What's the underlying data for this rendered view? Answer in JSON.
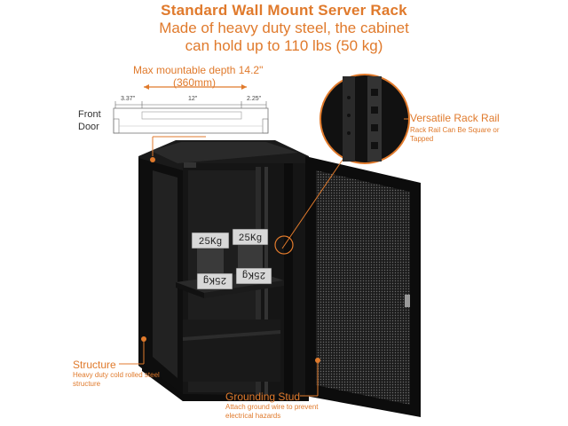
{
  "title": "Standard Wall Mount Server Rack",
  "subtitle_line1": "Made of heavy duty steel, the cabinet",
  "subtitle_line2": "can hold up to 110 lbs (50 kg)",
  "depth": {
    "label": "Max mountable depth ",
    "value": "14.2\"",
    "metric": "(360mm)"
  },
  "dimensions": {
    "left": "3.37\"",
    "middle": "12\"",
    "right": "2.25\""
  },
  "front_door_label": "Front\nDoor",
  "weights": [
    "25Kg",
    "25Kg",
    "25Kg",
    "25Kg"
  ],
  "callouts": {
    "rail": {
      "title": "Versatile Rack Rail",
      "desc": "Rack Rail Can Be Square or Tapped"
    },
    "structure": {
      "title": "Structure",
      "desc": "Heavy duty cold rolled steel structure"
    },
    "grounding": {
      "title": "Grounding Stud",
      "desc": "Attach ground wire to prevent electrical hazards"
    }
  },
  "colors": {
    "accent": "#e07a2c",
    "cabinet": "#141414"
  }
}
